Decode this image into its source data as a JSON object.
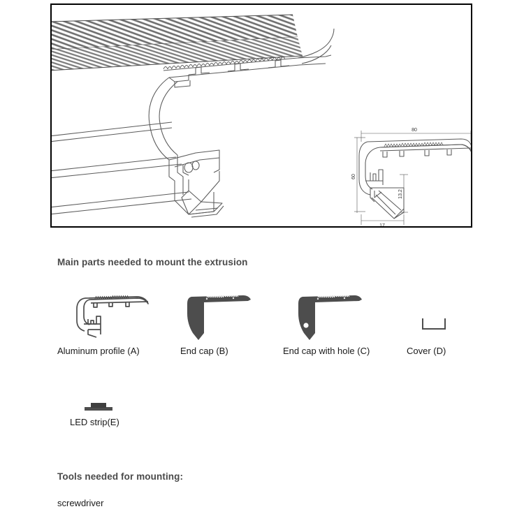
{
  "document": {
    "type": "product-mounting-instruction-sheet",
    "subject": "LED stair nosing aluminum extrusion"
  },
  "drawing": {
    "name": "stair-nosing-profile-drawing",
    "views": [
      {
        "name": "isometric-stair-nosing-view"
      },
      {
        "name": "cross-section-view"
      }
    ],
    "dimensions": {
      "width": "80",
      "height": "60",
      "channel_depth": "13.2",
      "base_width": "17"
    }
  },
  "sections": {
    "main_parts_heading": "Main parts needed to mount the extrusion",
    "tools_heading": "Tools needed for mounting:",
    "tools_list": "screwdriver"
  },
  "parts": [
    {
      "id": "A",
      "label": "Aluminum profile (A)",
      "icon": "aluminum-profile-icon"
    },
    {
      "id": "B",
      "label": "End cap (B)",
      "icon": "end-cap-icon"
    },
    {
      "id": "C",
      "label": "End cap with hole (C)",
      "icon": "end-cap-with-hole-icon"
    },
    {
      "id": "D",
      "label": "Cover (D)",
      "icon": "cover-channel-icon"
    },
    {
      "id": "E",
      "label": "LED  strip(E)",
      "icon": "led-strip-icon"
    }
  ],
  "colors": {
    "frame_border": "#000000",
    "heading_text": "#4a4a4a",
    "body_text": "#1a1a1a",
    "part_fill": "#4d4d4d",
    "line_work": "#5a5a5a",
    "hatch": "#6e6e6e",
    "page_background": "#ffffff"
  }
}
